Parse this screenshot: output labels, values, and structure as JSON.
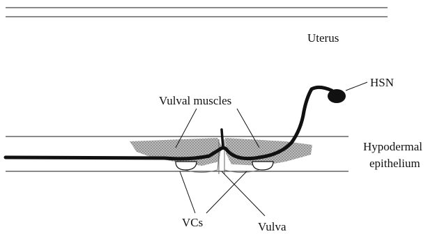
{
  "labels": {
    "uterus": "Uterus",
    "hsn": "HSN",
    "vulval_muscles": "Vulval muscles",
    "hypodermal_line1": "Hypodermal",
    "hypodermal_line2": "epithelium",
    "vcs": "VCs",
    "vulva": "Vulva"
  },
  "colors": {
    "ink": "#111111",
    "muscle": "#9a9a9a",
    "line": "#444444"
  }
}
